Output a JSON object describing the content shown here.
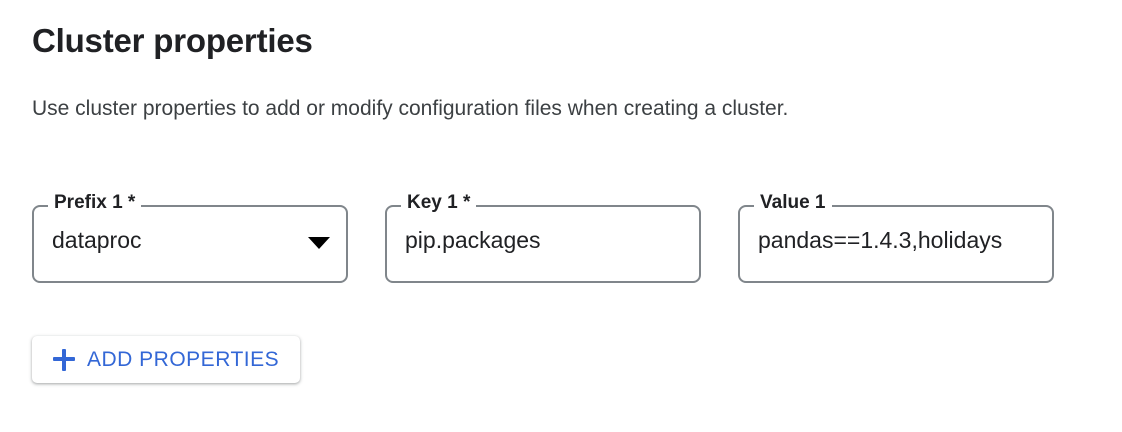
{
  "header": {
    "title": "Cluster properties",
    "description": "Use cluster properties to add or modify configuration files when creating a cluster."
  },
  "colors": {
    "accent_blue": "#3367d6",
    "text_primary": "#202124",
    "text_secondary": "#3c4043",
    "field_border": "#80868b",
    "background": "#ffffff"
  },
  "form": {
    "fields": [
      {
        "label": "Prefix 1 *",
        "value": "dataproc",
        "placeholder": "",
        "type": "select",
        "icon": "chevron-down-icon",
        "required": true
      },
      {
        "label": "Key 1 *",
        "value": "pip.packages",
        "placeholder": "",
        "type": "text",
        "required": true
      },
      {
        "label": "Value 1",
        "value": "pandas==1.4.3,holidays",
        "placeholder": "",
        "type": "text",
        "required": false
      }
    ]
  },
  "actions": {
    "add_properties_label": "ADD PROPERTIES",
    "add_properties_icon": "plus-icon"
  }
}
